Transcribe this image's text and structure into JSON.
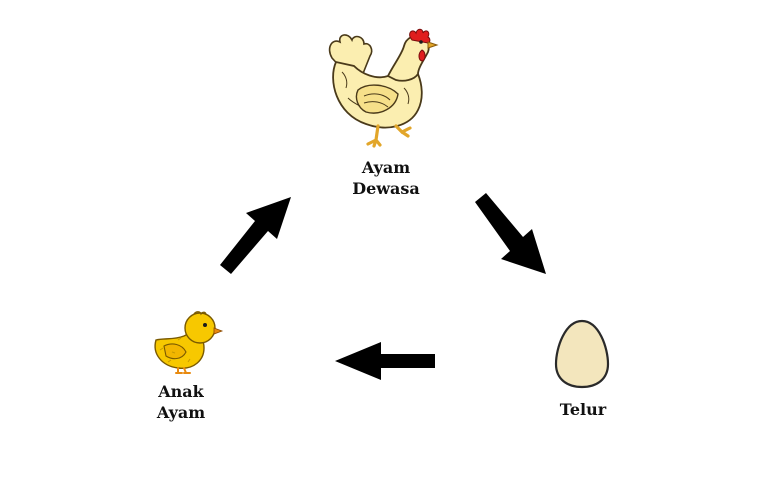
{
  "diagram": {
    "stages": [
      {
        "id": "adult",
        "label_line1": "Ayam",
        "label_line2": "Dewasa",
        "icon": "hen-icon"
      },
      {
        "id": "egg",
        "label_line1": "Telur",
        "icon": "egg-icon"
      },
      {
        "id": "chick",
        "label_line1": "Anak",
        "label_line2": "Ayam",
        "icon": "chick-icon"
      }
    ],
    "arrows": [
      {
        "from": "Ayam Dewasa",
        "to": "Telur"
      },
      {
        "from": "Telur",
        "to": "Anak Ayam"
      },
      {
        "from": "Anak Ayam",
        "to": "Ayam Dewasa"
      }
    ],
    "colors": {
      "background": "#ffffff",
      "arrow": "#000000",
      "hen_body": "#fbeeb0",
      "hen_comb": "#e01e1e",
      "hen_legs": "#e2a62a",
      "chick_body": "#f7c800",
      "egg_shell": "#f3e6bd",
      "label_text": "#111111"
    }
  }
}
